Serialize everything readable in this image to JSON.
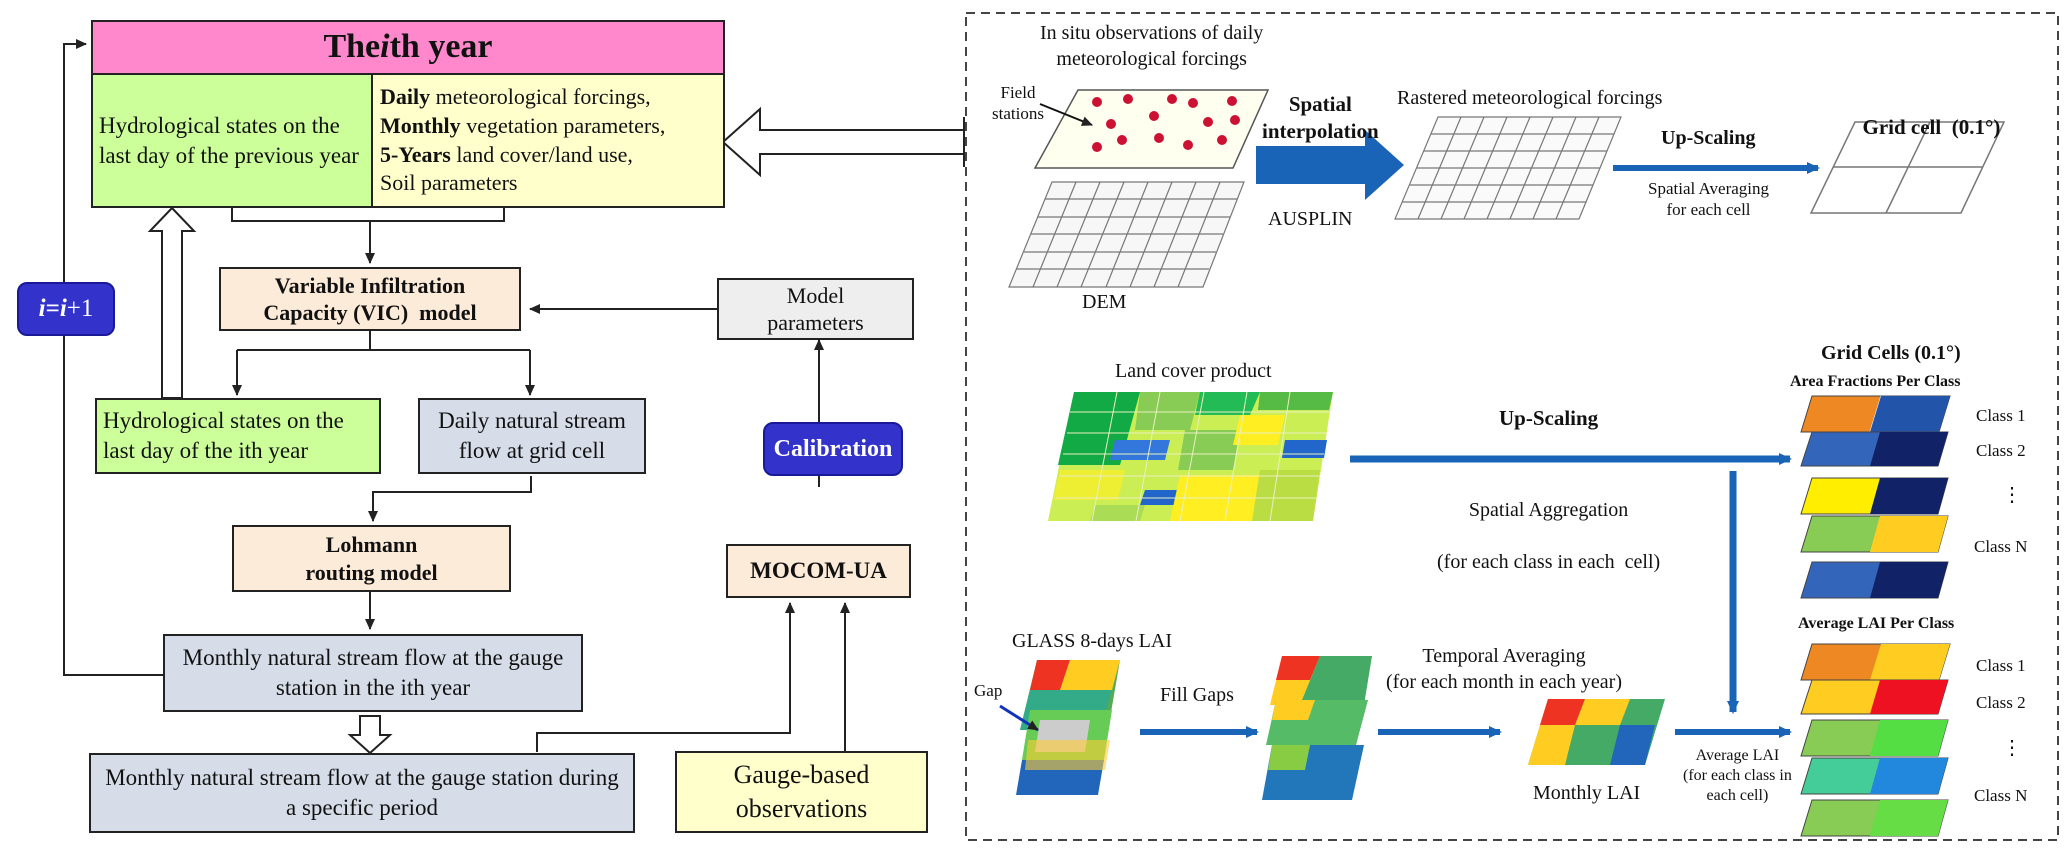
{
  "left": {
    "ith_year": {
      "pre": "The ",
      "i": "i",
      "post": "th year"
    },
    "states_prev": "Hydrological states on the last day of the previous year",
    "forcings": {
      "l1b": "Daily",
      "l1": " meteorological forcings,",
      "l2b": "Monthly",
      "l2": " vegetation parameters,",
      "l3b": "5-Years",
      "l3": " land cover/land use,",
      "l4": "Soil parameters"
    },
    "vic_l1": "Variable Infiltration",
    "vic_l2": "Capacity (VIC)  model",
    "model_params_l1": "Model",
    "model_params_l2": "parameters",
    "states_ith": "Hydrological states on the last day of the ith year",
    "daily_flow": "Daily natural stream flow at grid cell",
    "lohmann_l1": "Lohmann",
    "lohmann_l2": "routing model",
    "calibration": "Calibration",
    "mocom": "MOCOM-UA",
    "monthly_ith": "Monthly natural stream flow at the gauge station in the ith year",
    "monthly_period": "Monthly natural stream flow at the gauge station during a specific period",
    "gauge_obs": "Gauge-based observations",
    "counter": {
      "a": "i",
      "eq": "=",
      "b": "i",
      "plus": "+1"
    }
  },
  "right": {
    "insitu_l1": "In situ observations of daily",
    "insitu_l2": "meteorological forcings",
    "field_l1": "Field",
    "field_l2": "stations",
    "spatial_l1": "Spatial",
    "spatial_l2": "interpolation",
    "ausplin": "AUSPLIN",
    "dem": "DEM",
    "rastered": "Rastered meteorological forcings",
    "upscaling_top": "Up-Scaling",
    "spatial_avg_l1": "Spatial Averaging",
    "spatial_avg_l2": "for each cell",
    "grid_cell": "Grid cell  (0.1°)",
    "land_cover": "Land cover product",
    "upscaling_mid": "Up-Scaling",
    "aggregation_l1": "Spatial Aggregation",
    "aggregation_l2": "(for each class in each  cell)",
    "grid_cells": "Grid Cells (0.1°)",
    "area_fractions": "Area Fractions Per Class",
    "class1a": "Class 1",
    "class2a": "Class 2",
    "dots_a": "⋮",
    "classNa": "Class N",
    "glass": "GLASS 8-days LAI",
    "gap": "Gap",
    "fill_gaps": "Fill Gaps",
    "temporal_l1": "Temporal Averaging",
    "temporal_l2": "(for each month in each year)",
    "monthly_lai": "Monthly LAI",
    "avg_lai_l1": "Average LAI",
    "avg_lai_l2": "(for each class in",
    "avg_lai_l3": "each cell)",
    "avg_lai_per_class": "Average LAI Per Class",
    "class1b": "Class 1",
    "class2b": "Class 2",
    "dots_b": "⋮",
    "classNb": "Class N"
  },
  "colors": {
    "pink": "#ff88cc",
    "green": "#ccff99",
    "yellow": "#ffffcc",
    "peach": "#fdebd9",
    "bluegray": "#d6dde8",
    "gray": "#eeeeee",
    "arrow_blue": "#1a64b8",
    "pill_blue": "#3333cc"
  }
}
